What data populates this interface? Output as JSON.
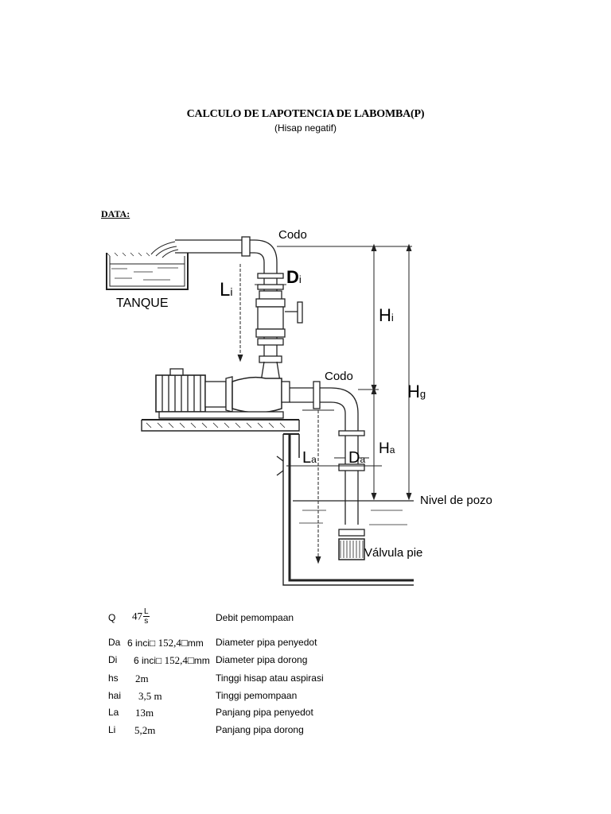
{
  "document": {
    "title": "CALCULO DE LAPOTENCIA DE LABOMBA(P)",
    "subtitle": "(Hisap negatif)",
    "data_heading": "DATA:"
  },
  "diagram": {
    "labels": {
      "codo_top": "Codo",
      "codo_mid": "Codo",
      "tanque": "TANQUE",
      "li_main": "L",
      "li_sub": "i",
      "di_main": "D",
      "di_sub": "i",
      "hi_main": "H",
      "hi_sub": "i",
      "hg_main": "H",
      "hg_sub": "g",
      "ha_main": "H",
      "ha_sub": "a",
      "la_main": "L",
      "la_sub": "a",
      "da_main": "D",
      "da_sub": "a",
      "nivel": "Nivel de pozo",
      "valvula": "Válvula pie"
    }
  },
  "data_rows": {
    "q": {
      "symbol": "Q",
      "value": "47",
      "unit_num": "L",
      "unit_den": "s",
      "desc": "Debit pemompaan"
    },
    "da": {
      "symbol": "Da",
      "value_a": "6 inci",
      "value_b": "152,4",
      "value_c": "mm",
      "desc": "Diameter pipa penyedot"
    },
    "di": {
      "symbol": "Di",
      "value_a": "6 inci",
      "value_b": "152,4",
      "value_c": "mm",
      "desc": "Diameter pipa dorong"
    },
    "hs": {
      "symbol": "hs",
      "value": "2m",
      "desc": "Tinggi hisap atau aspirasi"
    },
    "hai": {
      "symbol": "hai",
      "value": "3,5 m",
      "desc": "Tinggi pemompaan"
    },
    "la": {
      "symbol": "La",
      "value": "13m",
      "desc": "Panjang pipa penyedot"
    },
    "li": {
      "symbol": "Li",
      "value": "5,2m",
      "desc": "Panjang pipa dorong"
    }
  },
  "colors": {
    "ink": "#000000",
    "background": "#ffffff",
    "line": "#222222"
  }
}
